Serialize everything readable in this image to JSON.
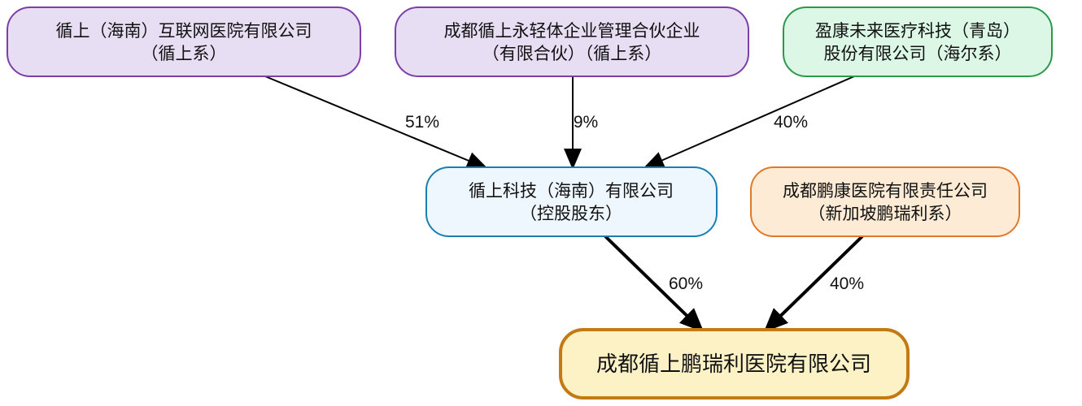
{
  "nodes": {
    "xunshang_internet_hospital": {
      "line1": "循上（海南）互联网医院有限公司",
      "line2": "（循上系）",
      "fill": "#e8def4",
      "stroke": "#7b3fa8"
    },
    "chengdu_yongqing_partnership": {
      "line1": "成都循上永轻体企业管理合伙企业",
      "line2": "（有限合伙）（循上系）",
      "fill": "#e8def4",
      "stroke": "#7b3fa8"
    },
    "yingkang_medical": {
      "line1": "盈康未来医疗科技（青岛）",
      "line2": "股份有限公司（海尔系）",
      "fill": "#dcf7e6",
      "stroke": "#2a9a4a"
    },
    "xunshang_tech": {
      "line1": "循上科技（海南）有限公司",
      "line2": "（控股股东）",
      "fill": "#eef7fd",
      "stroke": "#1a7fb0"
    },
    "chengdu_pengkang": {
      "line1": "成都鹏康医院有限责任公司",
      "line2": "（新加坡鹏瑞利系）",
      "fill": "#fdebd5",
      "stroke": "#e07a2a"
    },
    "target": {
      "line1": "成都循上鹏瑞利医院有限公司",
      "fill": "#fdf1c6",
      "stroke": "#c47a12"
    }
  },
  "edges": [
    {
      "from": "xunshang_internet_hospital",
      "to": "xunshang_tech",
      "label": "51%"
    },
    {
      "from": "chengdu_yongqing_partnership",
      "to": "xunshang_tech",
      "label": "9%"
    },
    {
      "from": "yingkang_medical",
      "to": "xunshang_tech",
      "label": "40%"
    },
    {
      "from": "xunshang_tech",
      "to": "target",
      "label": "60%"
    },
    {
      "from": "chengdu_pengkang",
      "to": "target",
      "label": "40%"
    }
  ]
}
